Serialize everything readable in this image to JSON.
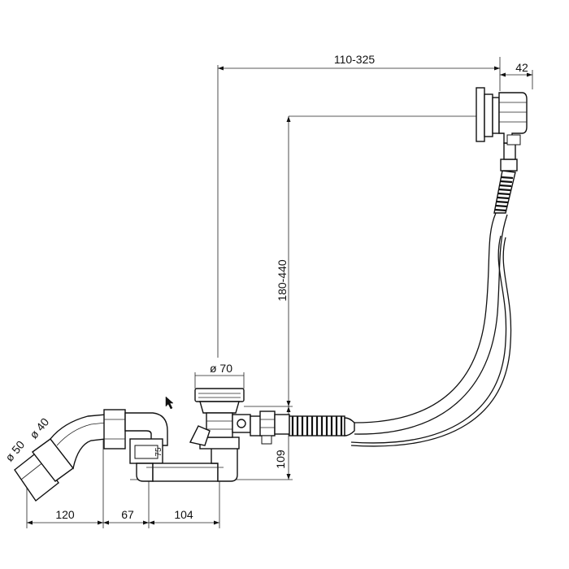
{
  "dimensions": {
    "overflow_reach": "110-325",
    "overflow_width": "42",
    "overflow_height": "180-440",
    "waste_diameter": "ø 70",
    "trap_height": "109",
    "outlet_diameter_40": "ø 40",
    "outlet_diameter_50": "ø 50",
    "trap_inner_height": "75",
    "horizontal_120": "120",
    "horizontal_67": "67",
    "horizontal_104": "104"
  },
  "colors": {
    "line": "#111111",
    "background": "#ffffff"
  },
  "icons": {
    "cursor": "mouse-pointer-icon"
  }
}
